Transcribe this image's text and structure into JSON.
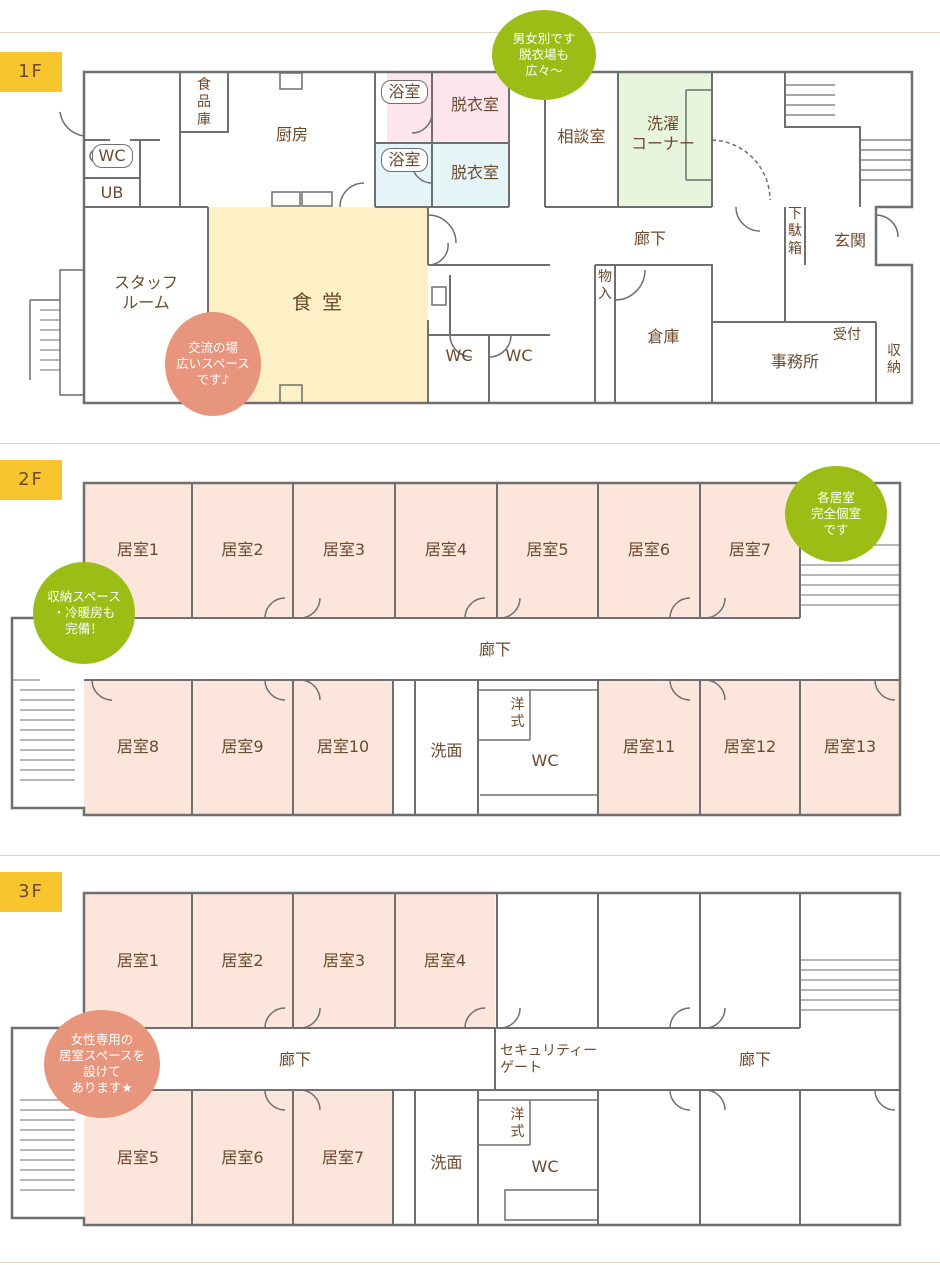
{
  "colors": {
    "wall": "#6f6f6f",
    "resident_room": "#fce6dc",
    "dining": "#fdf0c7",
    "bath": "#fde5ee",
    "bath2": "#e5f4f7",
    "laundry": "#e7f5dd",
    "tag": "#f7c62f",
    "bubble_green": "#9cbd15",
    "bubble_pink": "#e8957d"
  },
  "floor1": {
    "tag": "1F",
    "rooms": {
      "wc_top": "WC",
      "ub": "UB",
      "pantry": "食\n品\n庫",
      "kitchen": "厨房",
      "bath_a": "浴室",
      "dressing_a": "脱衣室",
      "bath_b": "浴室",
      "dressing_b": "脱衣室",
      "consult": "相談室",
      "laundry": "洗濯\nコーナー",
      "corridor": "廊下",
      "shoe_box": "下\n駄\n箱",
      "entrance": "玄関",
      "staff": "スタッフ\nルーム",
      "dining": "食 堂",
      "storage_small": "物\n入",
      "warehouse": "倉庫",
      "reception": "受付",
      "office": "事務所",
      "closet": "収\n納",
      "wc_a": "WC",
      "wc_b": "WC"
    },
    "bubbles": {
      "dressing_note": "男女別です\n脱衣場も\n広々〜",
      "dining_note": "交流の場\n広いスペース\nです♪"
    }
  },
  "floor2": {
    "tag": "2F",
    "rooms_top": [
      "居室1",
      "居室2",
      "居室3",
      "居室4",
      "居室5",
      "居室6",
      "居室7"
    ],
    "rooms_bottom_left": [
      "居室8",
      "居室9",
      "居室10"
    ],
    "rooms_bottom_right": [
      "居室11",
      "居室12",
      "居室13"
    ],
    "corridor": "廊下",
    "washroom": "洗面",
    "western_toilet": "洋\n式",
    "wc": "WC",
    "bubbles": {
      "private_note": "各居室\n完全個室\nです",
      "storage_note": "収納スペース\n・冷暖房も\n完備！"
    }
  },
  "floor3": {
    "tag": "3F",
    "rooms_top": [
      "居室1",
      "居室2",
      "居室3",
      "居室4"
    ],
    "rooms_bottom": [
      "居室5",
      "居室6",
      "居室7"
    ],
    "corridor_left": "廊下",
    "security_gate": "セキュリティー\nゲート",
    "corridor_right": "廊下",
    "washroom": "洗面",
    "western_toilet": "洋\n式",
    "wc": "WC",
    "bubbles": {
      "women_note": "女性専用の\n居室スペースを\n設けて\nあります★"
    }
  }
}
